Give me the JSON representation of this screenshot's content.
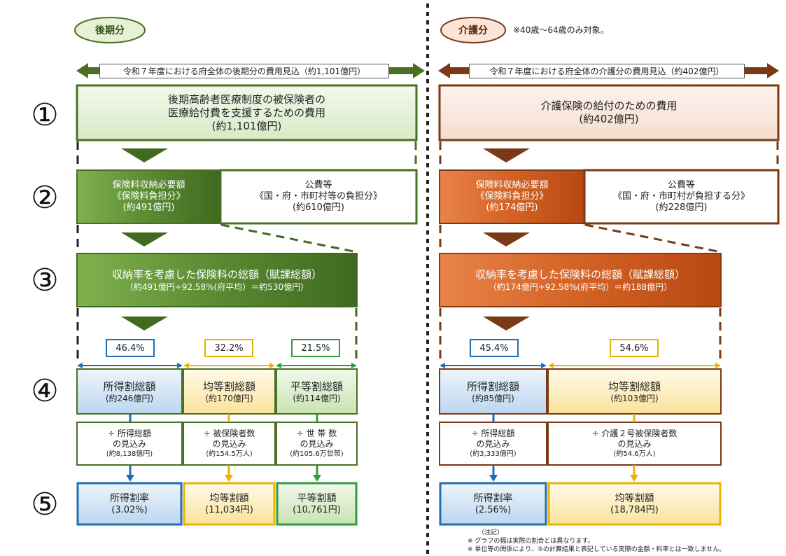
{
  "left": {
    "tag": "後期分",
    "banner": "令和７年度における府全体の後期分の費用見込（約1,101億円）",
    "box1": {
      "line1": "後期高齢者医療制度の被保険者の",
      "line2": "医療給付費を支援するための費用",
      "line3": "(約1,101億円)"
    },
    "box2a": {
      "line1": "保険料収納必要額",
      "line2": "《保険料負担分》",
      "line3": "(約491億円)"
    },
    "box2b": {
      "line1": "公費等",
      "line2": "《国・府・市町村等の負担分》",
      "line3": "(約610億円)"
    },
    "box3": {
      "line1": "収納率を考慮した保険料の総額（賦課総額）",
      "line2": "（約491億円÷92.58%(府平均）＝約530億円）"
    },
    "pcts": [
      "46.4%",
      "32.2%",
      "21.5%"
    ],
    "box4": [
      {
        "title": "所得割総額",
        "sub": "(約246億円)"
      },
      {
        "title": "均等割総額",
        "sub": "(約170億円)"
      },
      {
        "title": "平等割総額",
        "sub": "(約114億円)"
      }
    ],
    "div": [
      {
        "l1": "÷ 所得総額",
        "l2": "の見込み",
        "l3": "(約8,138億円)"
      },
      {
        "l1": "÷ 被保険者数",
        "l2": "の見込み",
        "l3": "(約154.5万人)"
      },
      {
        "l1": "÷ 世 帯 数",
        "l2": "の見込み",
        "l3": "(約105.6万世帯)"
      }
    ],
    "box5": [
      {
        "title": "所得割率",
        "sub": "(3.02%)"
      },
      {
        "title": "均等割額",
        "sub": "(11,034円)"
      },
      {
        "title": "平等割額",
        "sub": "(10,761円)"
      }
    ]
  },
  "right": {
    "tag": "介護分",
    "tag_note": "※40歳～64歳のみ対象。",
    "banner": "令和７年度における府全体の介護分の費用見込（約402億円）",
    "box1": {
      "line1": "介護保険の給付のための費用",
      "line2": "(約402億円)"
    },
    "box2a": {
      "line1": "保険料収納必要額",
      "line2": "《保険料負担分》",
      "line3": "(約174億円)"
    },
    "box2b": {
      "line1": "公費等",
      "line2": "《国・府・市町村が負担する分》",
      "line3": "(約228億円)"
    },
    "box3": {
      "line1": "収納率を考慮した保険料の総額（賦課総額）",
      "line2": "（約174億円÷92.58%(府平均）＝約188億円）"
    },
    "pcts": [
      "45.4%",
      "54.6%"
    ],
    "box4": [
      {
        "title": "所得割総額",
        "sub": "(約85億円)"
      },
      {
        "title": "均等割総額",
        "sub": "(約103億円)"
      }
    ],
    "div": [
      {
        "l1": "÷ 所得総額",
        "l2": "の見込み",
        "l3": "(約3,333億円)"
      },
      {
        "l1": "÷ 介護２号被保険者数",
        "l2": "の見込み",
        "l3": "(約54.6万人)"
      }
    ],
    "box5": [
      {
        "title": "所得割率",
        "sub": "(2.56%)"
      },
      {
        "title": "均等割額",
        "sub": "(18,784円)"
      }
    ]
  },
  "steps": [
    "①",
    "②",
    "③",
    "④",
    "⑤"
  ],
  "notes": {
    "header": "（注記）",
    "note1": "※ グラフの幅は実際の割合とは異なります。",
    "note2": "※ 単位等の関係により、⑤の計算結果と表記している実際の金額・料率とは一致しません。"
  },
  "colors": {
    "green_dark": "#4a7023",
    "brown": "#7a3a16",
    "orange": "#c8531a",
    "blue": "#1f6fb7",
    "yellow": "#e9b300",
    "green": "#2e9e3e"
  }
}
